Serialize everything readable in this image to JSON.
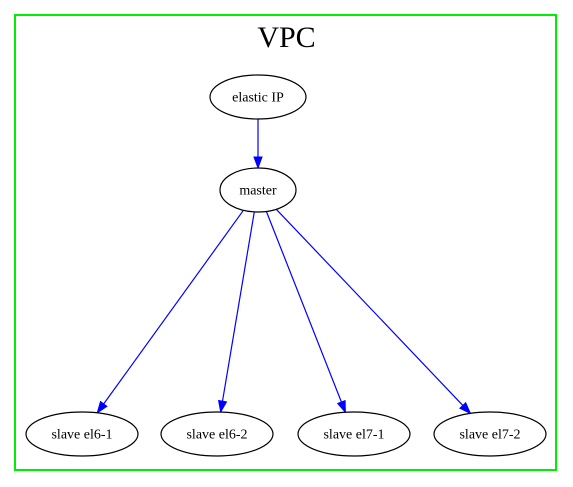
{
  "cluster": {
    "title": "VPC",
    "border_color": "#00ee00"
  },
  "nodes": [
    {
      "id": "elastic-ip",
      "label": "elastic IP"
    },
    {
      "id": "master",
      "label": "master"
    },
    {
      "id": "slave-el6-1",
      "label": "slave el6-1"
    },
    {
      "id": "slave-el6-2",
      "label": "slave el6-2"
    },
    {
      "id": "slave-el7-1",
      "label": "slave el7-1"
    },
    {
      "id": "slave-el7-2",
      "label": "slave el7-2"
    }
  ],
  "edges": [
    {
      "from": "elastic-ip",
      "to": "master"
    },
    {
      "from": "master",
      "to": "slave-el6-1"
    },
    {
      "from": "master",
      "to": "slave-el6-2"
    },
    {
      "from": "master",
      "to": "slave-el7-1"
    },
    {
      "from": "master",
      "to": "slave-el7-2"
    }
  ],
  "edge_color": "#0000ff"
}
